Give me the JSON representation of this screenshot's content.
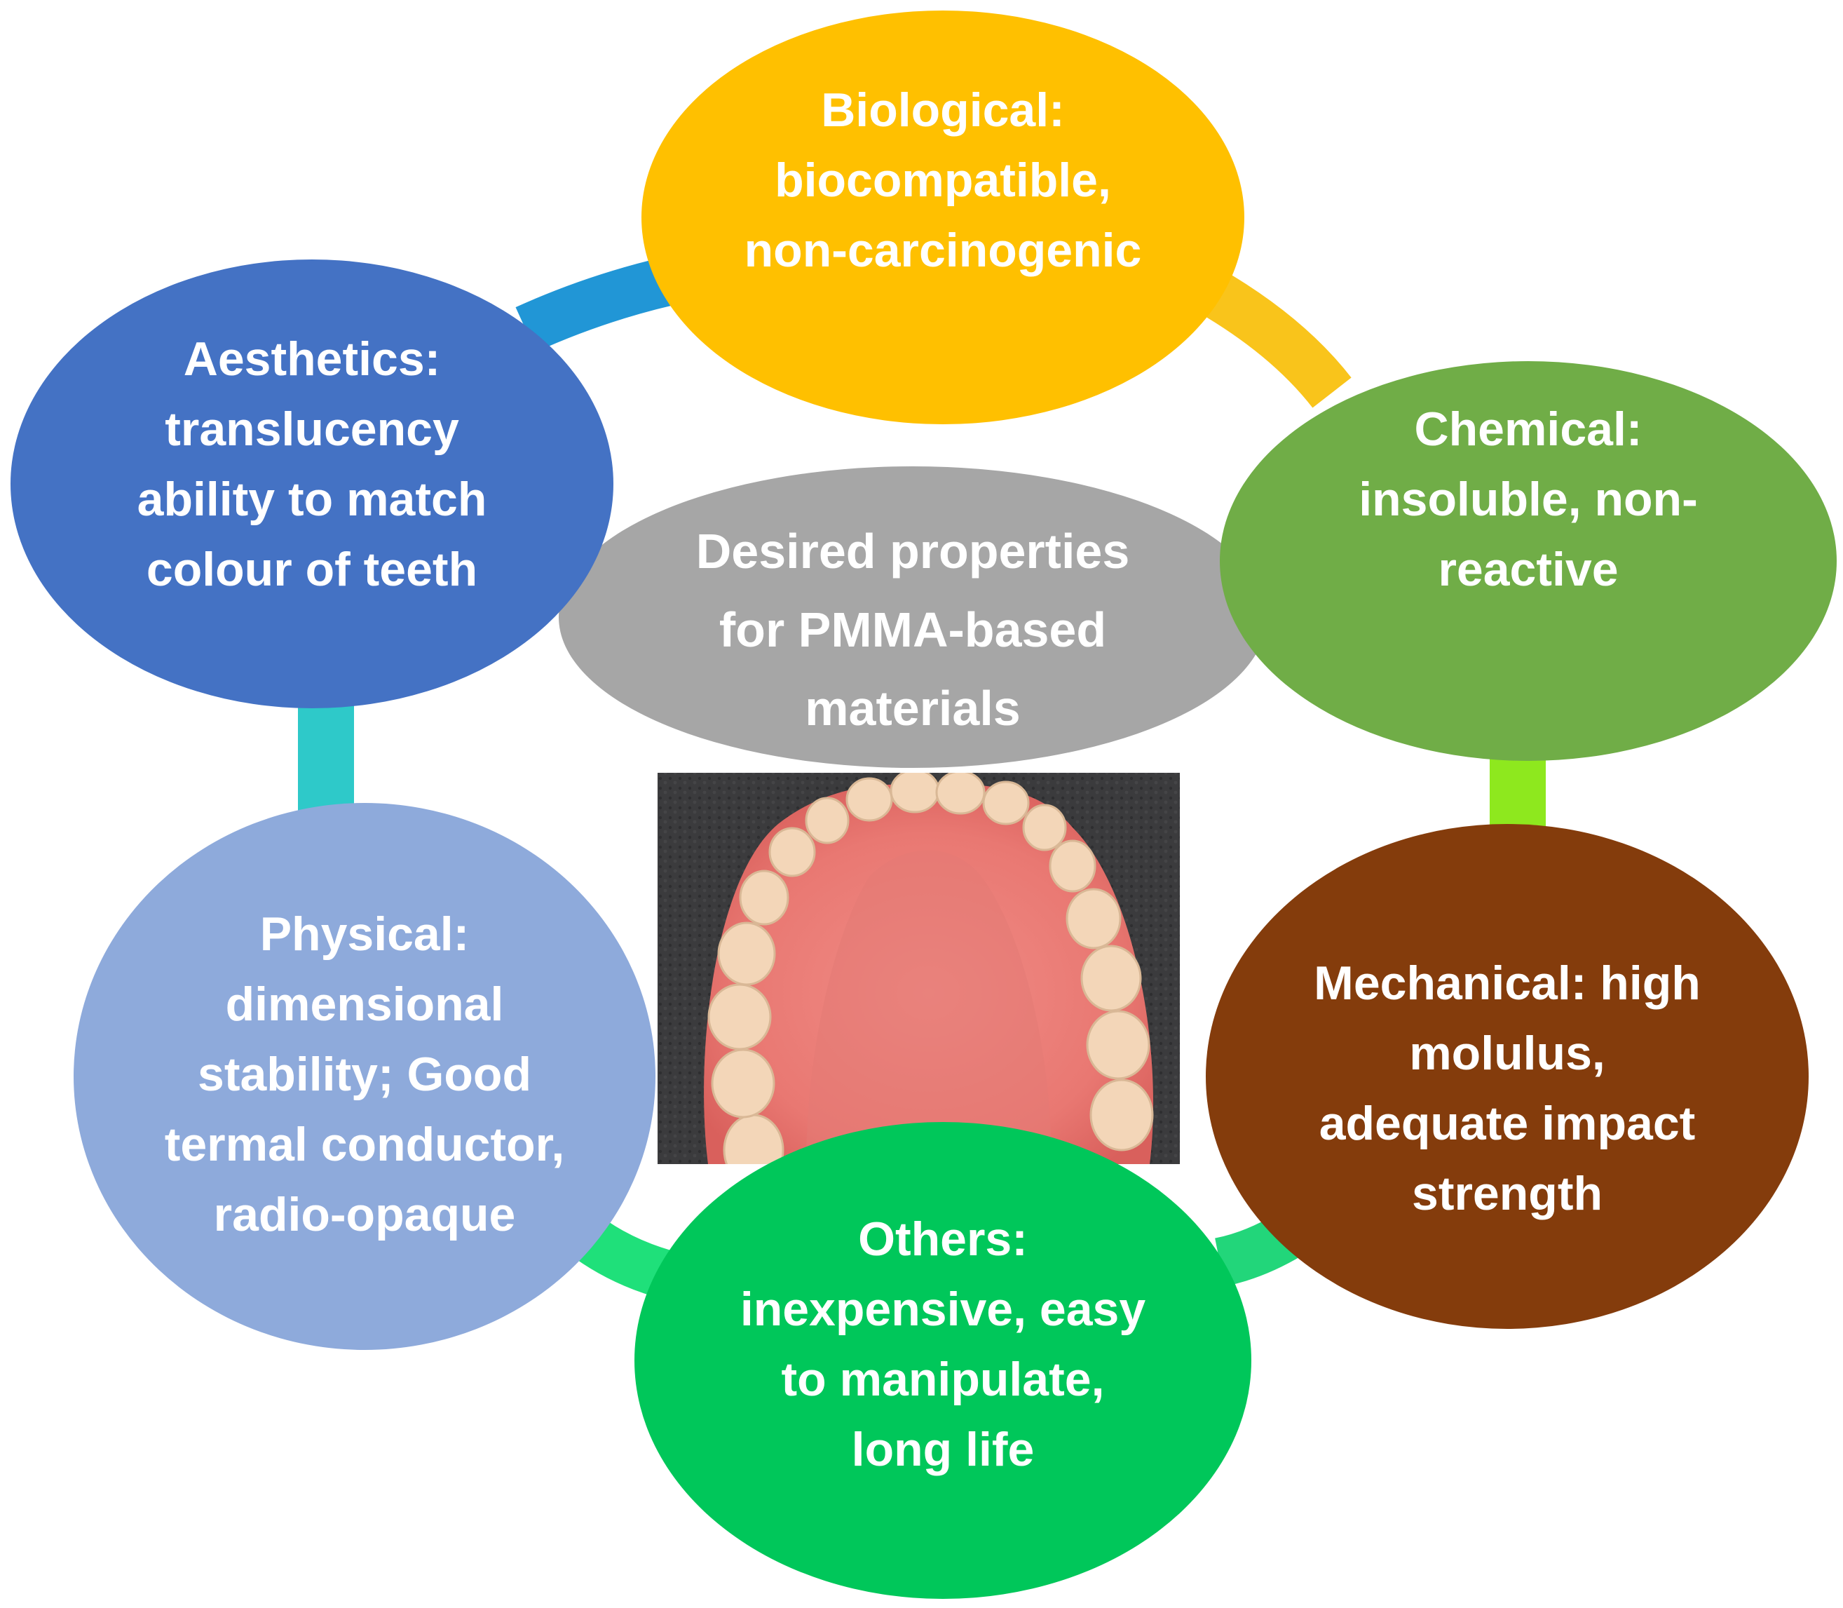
{
  "diagram": {
    "center": {
      "lines": [
        "Desired properties",
        "for PMMA-based",
        "materials"
      ],
      "color": "#A6A6A6"
    },
    "photo": {
      "description_icon": "denture-photo-icon"
    },
    "ring_colors": [
      "#F9C41B",
      "#8EE81E",
      "#6FBE25",
      "#22D67A",
      "#2EC9C9",
      "#2196D6"
    ],
    "nodes": [
      {
        "id": "biological",
        "lines": [
          "Biological:",
          "biocompatible,",
          "non-carcinogenic"
        ],
        "color": "#FFC000"
      },
      {
        "id": "chemical",
        "lines": [
          "Chemical:",
          "insoluble, non-",
          "reactive"
        ],
        "color": "#70AD47"
      },
      {
        "id": "mechanical",
        "lines": [
          "Mechanical: high",
          "molulus,",
          "adequate impact",
          "strength"
        ],
        "color": "#843C0C"
      },
      {
        "id": "others",
        "lines": [
          "Others:",
          "inexpensive, easy",
          "to manipulate,",
          "long life"
        ],
        "color": "#00C75A"
      },
      {
        "id": "physical",
        "lines": [
          "Physical:",
          "dimensional",
          "stability; Good",
          "termal conductor,",
          "radio-opaque"
        ],
        "color": "#8EAADB"
      },
      {
        "id": "aesthetics",
        "lines": [
          "Aesthetics:",
          "translucency",
          "ability to match",
          "colour of teeth"
        ],
        "color": "#4472C4"
      }
    ]
  }
}
